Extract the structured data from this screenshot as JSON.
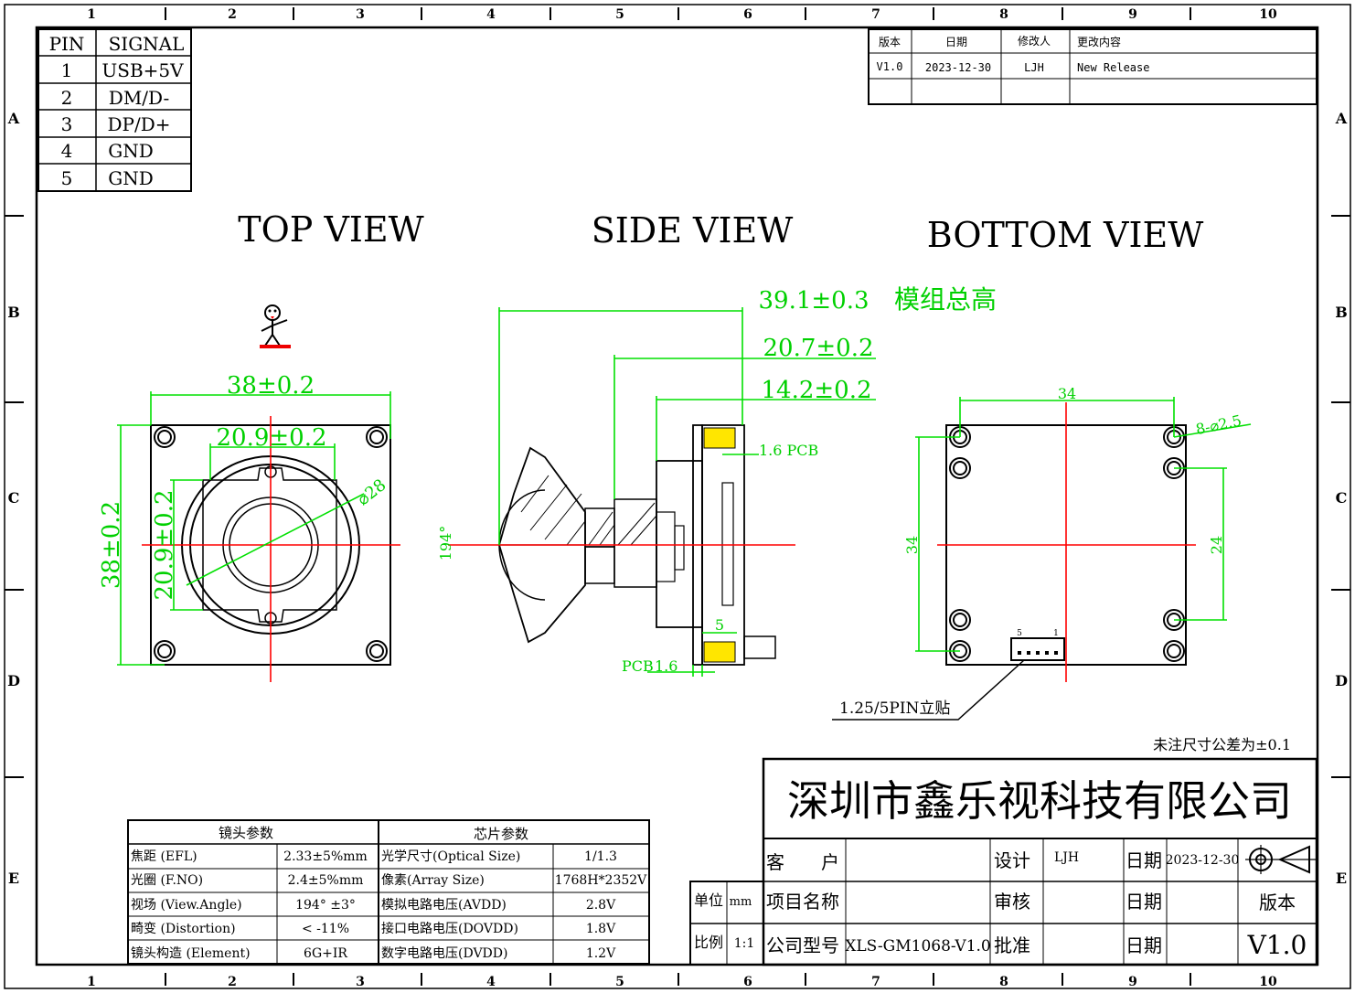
{
  "frame": {
    "cols": [
      "1",
      "2",
      "3",
      "4",
      "5",
      "6",
      "7",
      "8",
      "9",
      "10"
    ],
    "rows": [
      "A",
      "B",
      "C",
      "D",
      "E"
    ]
  },
  "pin_table": {
    "headers": [
      "PIN",
      "SIGNAL"
    ],
    "rows": [
      [
        "1",
        "USB+5V"
      ],
      [
        "2",
        "DM/D-"
      ],
      [
        "3",
        "DP/D+"
      ],
      [
        "4",
        "GND"
      ],
      [
        "5",
        "GND"
      ]
    ]
  },
  "revision_table": {
    "headers": [
      "版本",
      "日期",
      "修改人",
      "更改内容"
    ],
    "row": [
      "V1.0",
      "2023-12-30",
      "LJH",
      "New Release"
    ]
  },
  "views": {
    "top": "TOP VIEW",
    "side": "SIDE VIEW",
    "bottom": "BOTTOM VIEW"
  },
  "top_view_dims": {
    "width": "38±0.2",
    "inner_width": "20.9±0.2",
    "height": "38±0.2",
    "inner_height": "20.9±0.2",
    "diameter": "⌀28"
  },
  "side_view_dims": {
    "total": "39.1±0.3",
    "total_label": "模组总高",
    "d2": "20.7±0.2",
    "d3": "14.2±0.2",
    "pcb_top": "1.6 PCB",
    "pcb_bottom_label": "PCB",
    "pcb_bottom": "1.6",
    "five": "5",
    "angle": "194°"
  },
  "bottom_view_dims": {
    "w": "34",
    "h": "34",
    "holes": "8-⌀2.5",
    "spacing": "24",
    "pin5": "5",
    "pin1": "1",
    "connector": "1.25/5PIN立贴"
  },
  "tolerance_note": "未注尺寸公差为±0.1",
  "company": "深圳市鑫乐视科技有限公司",
  "title_block": {
    "customer_label": "客　　户",
    "project_label": "项目名称",
    "model_label": "公司型号",
    "model": "XLS-GM1068-V1.0",
    "design_label": "设计",
    "design": "LJH",
    "review_label": "审核",
    "approve_label": "批准",
    "date_label": "日期",
    "date": "2023-12-30",
    "version_label": "版本",
    "version": "V1.0",
    "unit_label": "单位",
    "unit": "mm",
    "scale_label": "比例",
    "scale": "1:1"
  },
  "lens_params": {
    "header": "镜头参数",
    "rows": [
      [
        "焦距 (EFL)",
        "2.33±5%mm"
      ],
      [
        "光圈 (F.NO)",
        "2.4±5%mm"
      ],
      [
        "视场 (View.Angle)",
        "194° ±3°"
      ],
      [
        "畸变 (Distortion)",
        "< -11%"
      ],
      [
        "镜头构造 (Element)",
        "6G+IR"
      ]
    ]
  },
  "chip_params": {
    "header": "芯片参数",
    "rows": [
      [
        "光学尺寸(Optical Size)",
        "1/1.3"
      ],
      [
        "像素(Array Size)",
        "1768H*2352V"
      ],
      [
        "模拟电路电压(AVDD)",
        "2.8V"
      ],
      [
        "接口电路电压(DOVDD)",
        "1.8V"
      ],
      [
        "数字电路电压(DVDD)",
        "1.2V"
      ]
    ]
  },
  "colors": {
    "dimension": "#00d000",
    "centerline": "#ff0000",
    "line": "#000000"
  }
}
